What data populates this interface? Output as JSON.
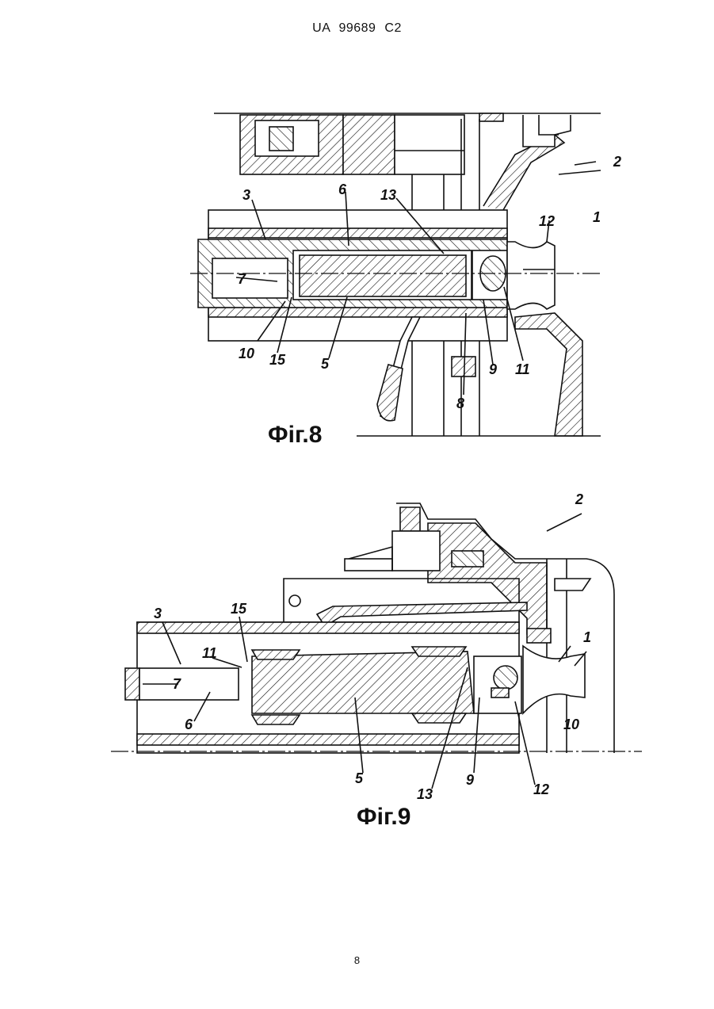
{
  "header": {
    "country": "UA",
    "number": "99689",
    "kind": "C2"
  },
  "figures": [
    {
      "caption": "Фіг.8",
      "labels": [
        "1",
        "2",
        "3",
        "5",
        "6",
        "7",
        "8",
        "9",
        "10",
        "11",
        "12",
        "13",
        "15"
      ]
    },
    {
      "caption": "Фіг.9",
      "labels": [
        "1",
        "2",
        "3",
        "5",
        "6",
        "7",
        "9",
        "10",
        "11",
        "12",
        "13",
        "15"
      ]
    }
  ],
  "page_number": "8"
}
